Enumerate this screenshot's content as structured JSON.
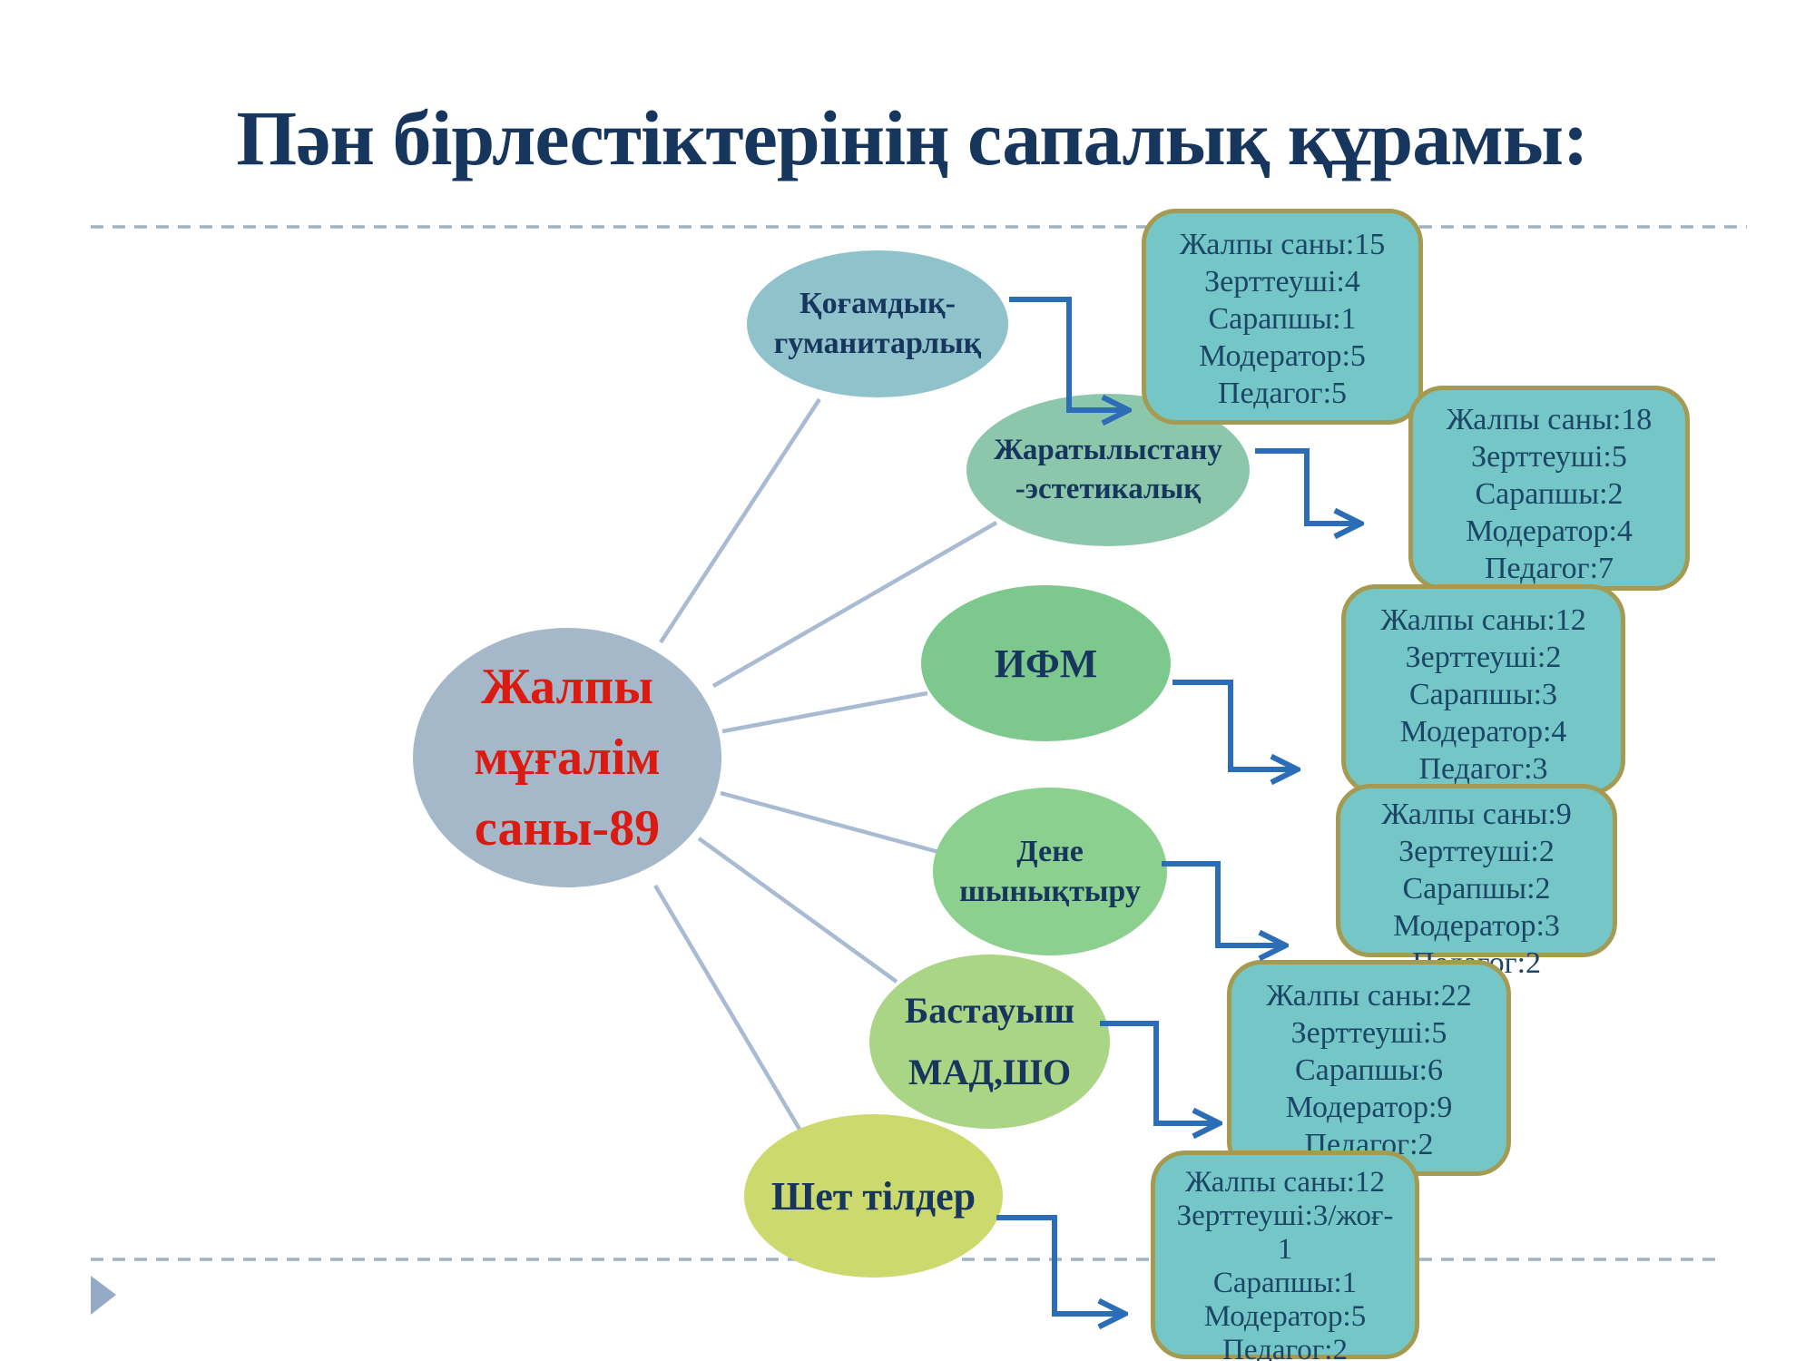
{
  "title": "Пән бірлестіктерінің сапалық құрамы:",
  "center_node": {
    "lines": [
      "Жалпы",
      "мұғалім",
      "саны-89"
    ],
    "total_teachers": 89
  },
  "categories": [
    {
      "id": "qogamdyq-gumanitarlyq",
      "label_lines": [
        "Қоғамдық-",
        "гуманитарлық"
      ],
      "stats": [
        "Жалпы саны:15",
        "Зерттеуші:4",
        "Сарапшы:1",
        "Модератор:5",
        "Педагог:5"
      ]
    },
    {
      "id": "zharatylystanu-estetikalyq",
      "label_lines": [
        "Жаратылыстану",
        "-эстетикалық"
      ],
      "stats": [
        "Жалпы саны:18",
        "Зерттеуші:5",
        "Сарапшы:2",
        "Модератор:4",
        "Педагог:7"
      ]
    },
    {
      "id": "ifm",
      "label_lines": [
        "ИФМ"
      ],
      "stats": [
        "Жалпы саны:12",
        "Зерттеуші:2",
        "Сарапшы:3",
        "Модератор:4",
        "Педагог:3"
      ]
    },
    {
      "id": "dene-shynyqtyru",
      "label_lines": [
        "Дене",
        "шынықтыру"
      ],
      "stats": [
        "Жалпы саны:9",
        "Зерттеуші:2",
        "Сарапшы:2",
        "Модератор:3",
        "Педагог:2"
      ]
    },
    {
      "id": "bastauysh-mad-sho",
      "label_lines": [
        "Бастауыш",
        "МАД,ШО"
      ],
      "stats": [
        "Жалпы саны:22",
        "Зерттеуші:5",
        "Сарапшы:6",
        "Модератор:9",
        "Педагог:2"
      ]
    },
    {
      "id": "shet-tilder",
      "label_lines": [
        "Шет тілдер"
      ],
      "stats": [
        "Жалпы саны:12",
        "Зерттеуші:3/жоғ-",
        "1",
        "Сарапшы:1",
        "Модератор:5",
        "Педагог:2"
      ]
    }
  ],
  "colors": {
    "title_text": "#17365d",
    "center_ellipse_fill": "#a5b8ca",
    "center_text_red": "#da1b12",
    "ellipse_fills": [
      "#8fc2cb",
      "#8cc7ac",
      "#7dc88d",
      "#8bd08e",
      "#a9d584",
      "#ccd96d"
    ],
    "ellipse_text": "#17365d",
    "box_fill": "#74c7c6",
    "box_border": "#a49a52",
    "box_text": "#1c4566",
    "arrow_blue": "#2b6db6",
    "connector_line": "#a8bbd2",
    "dashed_divider": "#9fb3c0",
    "corner_triangle": "#94aac6"
  }
}
